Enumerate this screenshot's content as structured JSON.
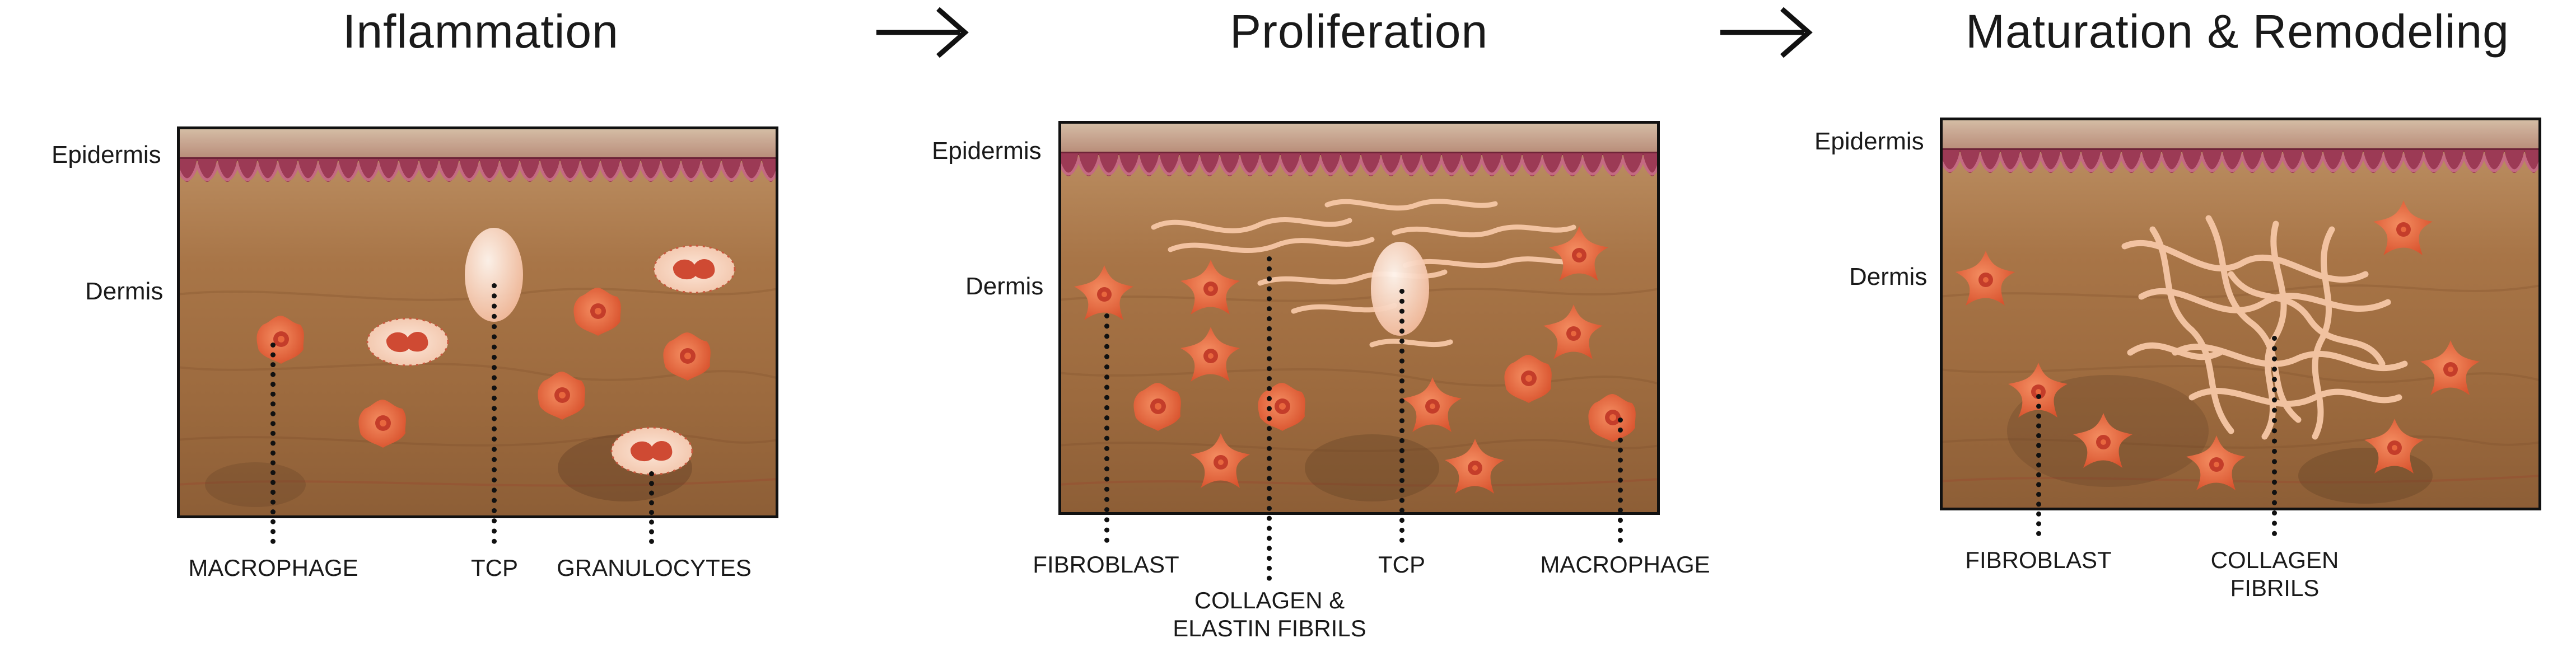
{
  "stages": [
    {
      "title": "Inflammation",
      "layers": {
        "epidermis": "Epidermis",
        "dermis": "Dermis"
      },
      "labels": [
        "MACROPHAGE",
        "TCP",
        "GRANULOCYTES"
      ]
    },
    {
      "title": "Proliferation",
      "layers": {
        "epidermis": "Epidermis",
        "dermis": "Dermis"
      },
      "labels": [
        "FIBROBLAST",
        "COLLAGEN &",
        "ELASTIN FIBRILS",
        "TCP",
        "MACROPHAGE"
      ]
    },
    {
      "title": "Maturation & Remodeling",
      "layers": {
        "epidermis": "Epidermis",
        "dermis": "Dermis"
      },
      "labels": [
        "FIBROBLAST",
        "COLLAGEN",
        "FIBRILS"
      ]
    }
  ],
  "colors": {
    "dermis": "#a8794a",
    "epidermis": "#9c3a55",
    "cell": "#e8673e",
    "nucleus": "#c43d2a",
    "fiber": "#f6c7a6",
    "tcp": "#fbe1d0",
    "frame": "#111111"
  }
}
